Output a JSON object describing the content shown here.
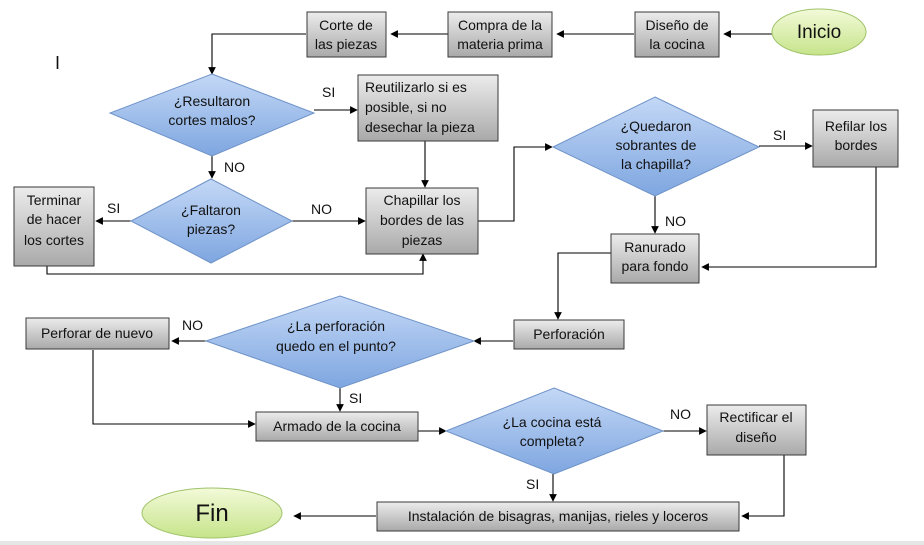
{
  "stray_mark": "I",
  "nodes": {
    "inicio": "Inicio",
    "diseno": [
      "Diseño de",
      "la cocina"
    ],
    "compra": [
      "Compra de la",
      "materia prima"
    ],
    "corte": [
      "Corte de",
      "las piezas"
    ],
    "resultaron": [
      "¿Resultaron",
      "cortes malos?"
    ],
    "reutilizar": [
      "Reutilizarlo si es",
      "posible, si no",
      "desechar la pieza"
    ],
    "faltaron": [
      "¿Faltaron",
      "piezas?"
    ],
    "terminar": [
      "Terminar",
      "de hacer",
      "los cortes"
    ],
    "chapillar": [
      "Chapillar los",
      "bordes  de las",
      "piezas"
    ],
    "quedaron": [
      "¿Quedaron",
      "sobrantes de",
      "la chapilla?"
    ],
    "refilar": [
      "Refilar los",
      "bordes"
    ],
    "ranurado": [
      "Ranurado",
      "para fondo"
    ],
    "perforacion": "Perforación",
    "perforacion_q": [
      "¿La perforación",
      "quedo en el punto?"
    ],
    "perforar": "Perforar de nuevo",
    "armado": "Armado de la cocina",
    "completa": [
      "¿La cocina está",
      "completa?"
    ],
    "rectificar": [
      "Rectificar el",
      "diseño"
    ],
    "instalacion": "Instalación de bisagras, manijas, rieles y loceros",
    "fin": "Fin"
  },
  "edge_labels": {
    "resultaron_si": "SI",
    "resultaron_no": "NO",
    "faltaron_si": "SI",
    "faltaron_no": "NO",
    "quedaron_si": "SI",
    "quedaron_no": "NO",
    "perforacion_no": "NO",
    "perforacion_si": "SI",
    "completa_no": "NO",
    "completa_si": "SI"
  },
  "colors": {
    "process_top": "#ececec",
    "process_bottom": "#a9a9a9",
    "decision_top": "#c4d8f6",
    "decision_bottom": "#7ea6e0",
    "terminal_top": "#f3fad9",
    "terminal_bottom": "#c6e48a",
    "edge": "#000000"
  }
}
